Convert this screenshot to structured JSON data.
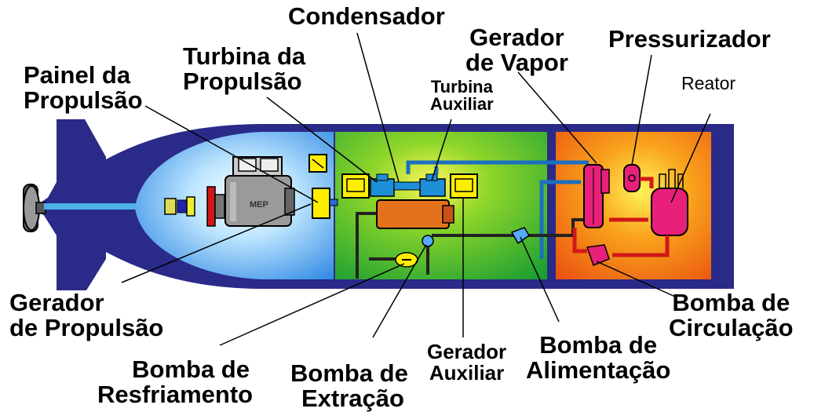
{
  "labels": {
    "condensador": "Condensador",
    "gerador_vapor": [
      "Gerador",
      "de Vapor"
    ],
    "pressurizador": "Pressurizador",
    "turbina_propulsao": [
      "Turbina da",
      "Propulsão"
    ],
    "painel_propulsao": [
      "Painel da",
      "Propulsão"
    ],
    "turbina_auxiliar": [
      "Turbina",
      "Auxiliar"
    ],
    "reator": "Reator",
    "mep": "MEP",
    "gerador_propulsao": [
      "Gerador",
      "de Propulsão"
    ],
    "bomba_circulacao": [
      "Bomba de",
      "Circulação"
    ],
    "bomba_alimentacao": [
      "Bomba de",
      "Alimentação"
    ],
    "gerador_auxiliar": [
      "Gerador",
      "Auxiliar"
    ],
    "bomba_extracao": [
      "Bomba de",
      "Extração"
    ],
    "bomba_resfriamento": [
      "Bomba de",
      "Resfriamento"
    ]
  },
  "colors": {
    "hull": "#2a2a88",
    "blue_section": "#3fa0e8",
    "green_section": "#2fb52f",
    "orange_section": "#f07a18",
    "component_yellow": "#ffee00",
    "component_magenta": "#e8207a",
    "turbine_blue": "#1d8fd6",
    "condenser_orange": "#e2721c"
  }
}
